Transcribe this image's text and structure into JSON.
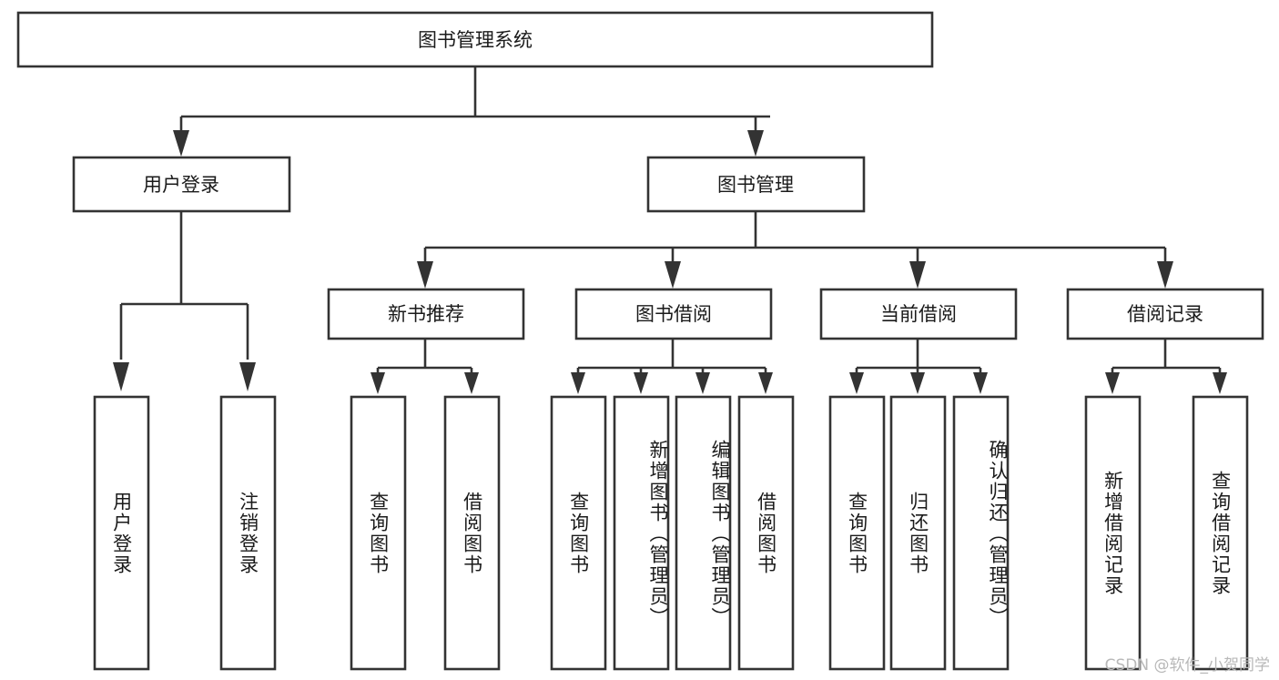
{
  "diagram": {
    "title": "图书管理系统",
    "type": "tree",
    "colors": {
      "box_stroke": "#333333",
      "box_fill": "#ffffff",
      "text": "#1a1a1a",
      "background": "#ffffff",
      "watermark": "#b8b8b8"
    },
    "root": {
      "label": "图书管理系统"
    },
    "level2": [
      {
        "label": "用户登录"
      },
      {
        "label": "图书管理"
      }
    ],
    "level3": [
      {
        "label": "新书推荐"
      },
      {
        "label": "图书借阅"
      },
      {
        "label": "当前借阅"
      },
      {
        "label": "借阅记录"
      }
    ],
    "leaves": {
      "user_login": [
        {
          "label": "用户登录"
        },
        {
          "label": "注销登录"
        }
      ],
      "new_book_recommend": [
        {
          "label": "查询图书"
        },
        {
          "label": "借阅图书"
        }
      ],
      "book_borrow": [
        {
          "label": "查询图书"
        },
        {
          "label": "新增图书（管理员）"
        },
        {
          "label": "编辑图书（管理员）"
        },
        {
          "label": "借阅图书"
        }
      ],
      "current_borrow": [
        {
          "label": "查询图书"
        },
        {
          "label": "归还图书"
        },
        {
          "label": "确认归还（管理员）"
        }
      ],
      "borrow_record": [
        {
          "label": "新增借阅记录"
        },
        {
          "label": "查询借阅记录"
        }
      ]
    },
    "watermark": "CSDN @软件_小贺同学"
  }
}
